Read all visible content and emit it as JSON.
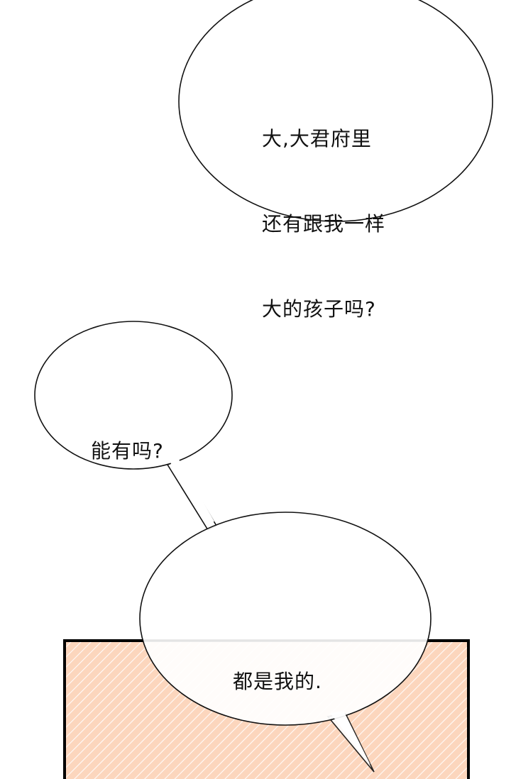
{
  "bubbles": [
    {
      "lines": [
        "大,大君府里",
        "还有跟我一样",
        "大的孩子吗?"
      ]
    },
    {
      "lines": [
        "能有吗?"
      ]
    },
    {
      "lines": [
        "都是我的."
      ]
    }
  ],
  "colors": {
    "background": "#ffffff",
    "outline": "#111111",
    "panel_fill": "#fcd6bd",
    "panel_stripe": "#ffffff",
    "panel_border": "#000000"
  }
}
